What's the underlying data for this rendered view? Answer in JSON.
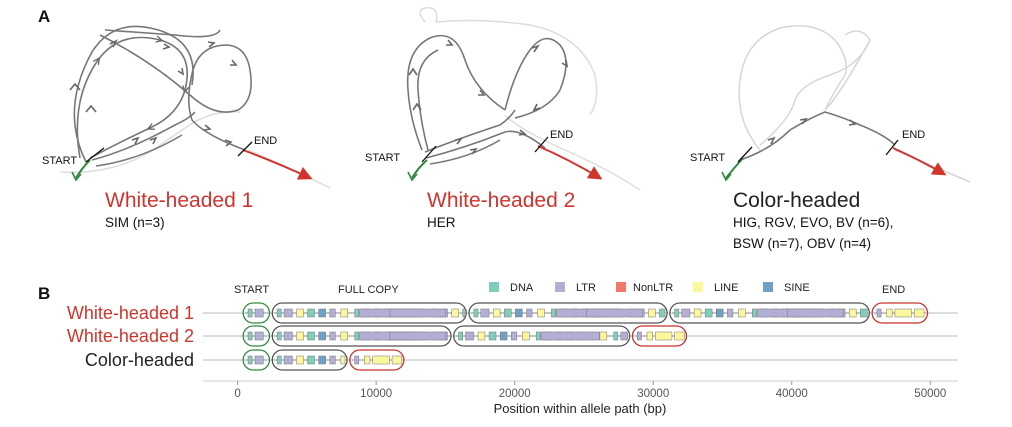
{
  "panel_a": {
    "letter": "A",
    "graphs": [
      {
        "title": "White-headed 1",
        "title_color": "#d0342c",
        "subtitle_lines": [
          "SIM (n=3)"
        ],
        "start_label": "START",
        "end_label": "END"
      },
      {
        "title": "White-headed 2",
        "title_color": "#d0342c",
        "subtitle_lines": [
          "HER"
        ],
        "start_label": "START",
        "end_label": "END"
      },
      {
        "title": "Color-headed",
        "title_color": "#222222",
        "subtitle_lines": [
          "HIG, RGV, EVO, BV (n=6),",
          "BSW (n=7), OBV (n=4)"
        ],
        "start_label": "START",
        "end_label": "END"
      }
    ],
    "colors": {
      "path": "#777777",
      "faint": "#d6d6d6",
      "start": "#2e8b3d",
      "end": "#d0342c"
    }
  },
  "panel_b": {
    "letter": "B",
    "segment_labels": {
      "start": "START",
      "full_copy": "FULL COPY",
      "end": "END"
    },
    "legend": [
      {
        "name": "DNA",
        "color": "#7fcdbb"
      },
      {
        "name": "LTR",
        "color": "#b3aed6"
      },
      {
        "name": "NonLTR",
        "color": "#f3776b"
      },
      {
        "name": "LINE",
        "color": "#fbf79c"
      },
      {
        "name": "SINE",
        "color": "#6fa0c6"
      }
    ],
    "box_colors": {
      "start": "#2e8b3d",
      "copy": "#555555",
      "end": "#c8312a"
    }
  },
  "chart_data": {
    "type": "track",
    "xlabel": "Position within allele path (bp)",
    "xlim": [
      -2500,
      52000
    ],
    "x_ticks": [
      0,
      10000,
      20000,
      30000,
      40000,
      50000
    ],
    "x_tick_labels": [
      "0",
      "10000",
      "20000",
      "30000",
      "40000",
      "50000"
    ],
    "tracks": [
      {
        "name": "White-headed 1",
        "label_color": "#d0342c",
        "path_end": 52000,
        "segments": [
          {
            "kind": "start",
            "x0": 400,
            "x1": 2300
          },
          {
            "kind": "copy",
            "x0": 2500,
            "x1": 16500
          },
          {
            "kind": "copy",
            "x0": 16700,
            "x1": 31000
          },
          {
            "kind": "copy",
            "x0": 31200,
            "x1": 45600
          },
          {
            "kind": "end",
            "x0": 45800,
            "x1": 49800
          }
        ]
      },
      {
        "name": "White-headed 2",
        "label_color": "#d0342c",
        "path_end": 52000,
        "segments": [
          {
            "kind": "start",
            "x0": 400,
            "x1": 2300
          },
          {
            "kind": "copy",
            "x0": 2500,
            "x1": 15400
          },
          {
            "kind": "copy",
            "x0": 15600,
            "x1": 28300
          },
          {
            "kind": "end",
            "x0": 28500,
            "x1": 32400
          }
        ]
      },
      {
        "name": "Color-headed",
        "label_color": "#222222",
        "path_end": 52000,
        "segments": [
          {
            "kind": "start",
            "x0": 400,
            "x1": 2300
          },
          {
            "kind": "copy",
            "x0": 2500,
            "x1": 7900
          },
          {
            "kind": "end",
            "x0": 8100,
            "x1": 12000
          }
        ]
      }
    ],
    "te_pattern": [
      {
        "x0": 200,
        "x1": 500,
        "type": "DNA"
      },
      {
        "x0": 700,
        "x1": 1300,
        "type": "LTR"
      },
      {
        "x0": 1600,
        "x1": 2100,
        "type": "LINE"
      },
      {
        "x0": 2400,
        "x1": 2900,
        "type": "DNA"
      },
      {
        "x0": 3200,
        "x1": 3700,
        "type": "SINE"
      },
      {
        "x0": 4000,
        "x1": 4400,
        "type": "LTR"
      },
      {
        "x0": 4800,
        "x1": 5300,
        "type": "LINE"
      }
    ],
    "end_pattern": [
      {
        "x0": 200,
        "x1": 500,
        "type": "LTR"
      },
      {
        "x0": 900,
        "x1": 1300,
        "type": "LINE"
      },
      {
        "x0": 1500,
        "x1": 2700,
        "type": "LINE"
      },
      {
        "x0": 2900,
        "x1": 3600,
        "type": "LINE"
      }
    ],
    "copy_long_ltrs": [
      {
        "x0": 6300,
        "x1": 10500
      },
      {
        "x0": 8500,
        "x1": 12500
      }
    ]
  }
}
